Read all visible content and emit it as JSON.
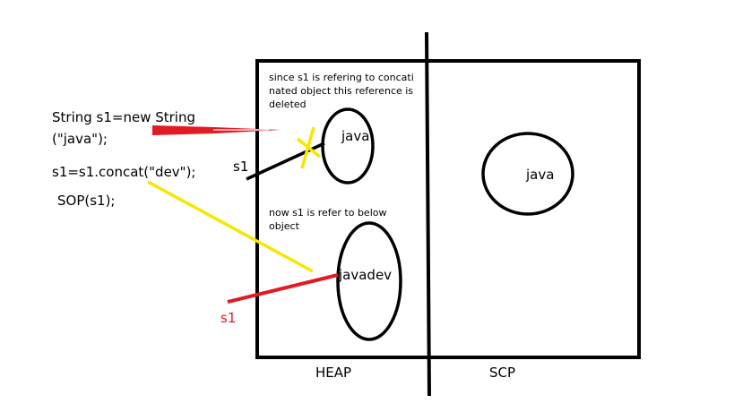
{
  "code": {
    "line1a": "String s1=new String",
    "line1b": "(\"java\");",
    "line2": "s1=s1.concat(\"dev\");",
    "line3": "SOP(s1);"
  },
  "notes": {
    "top_line1": "since s1 is refering to concati",
    "top_line2": "nated object this reference is",
    "top_line3": "deleted",
    "mid_line1": "now s1 is refer to below",
    "mid_line2": "object"
  },
  "labels": {
    "s1_black": "s1",
    "s1_red": "s1",
    "heap_java": "java",
    "heap_javadev": "javadev",
    "scp_java": "java",
    "heap": "HEAP",
    "scp": "SCP"
  },
  "colors": {
    "stroke": "#000000",
    "red": "#e01b24",
    "yellow": "#f7e600",
    "background": "#ffffff"
  }
}
